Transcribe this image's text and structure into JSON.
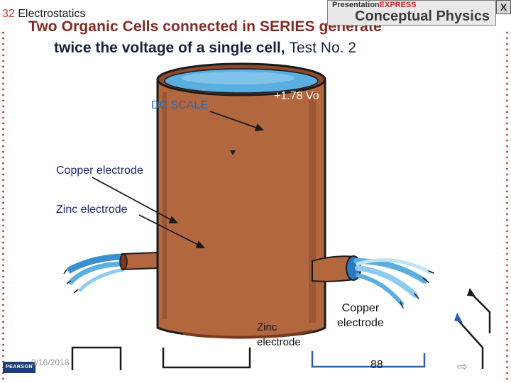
{
  "header": {
    "chapter_number": "32",
    "chapter_title": "Electrostatics",
    "title_line1": "Two Organic Cells connected in SERIES generate",
    "title_line2_bold": "twice the voltage of a single cell,",
    "title_line2_plain": "Test No. 2"
  },
  "brand": {
    "small_prefix": "Presentation",
    "small_suffix": "EXPRESS",
    "big": "Conceptual Physics"
  },
  "window": {
    "close_label": "X"
  },
  "labels": {
    "dc_scale": "DC SCALE",
    "voltage": "+1.78 Vo",
    "copper_key": "Copper",
    "copper_rest": " electrode",
    "zinc_key": "Zinc",
    "zinc_rest": " electrode",
    "zinc_bottom_1": "Zinc",
    "zinc_bottom_2": "electrode",
    "copper_bottom_1": "Copper",
    "copper_bottom_2": "electrode"
  },
  "footer": {
    "date": "3/16/2018",
    "page_number": "88",
    "publisher": "PEARSON"
  },
  "colors": {
    "barrel": "#b2673f",
    "barrel_dark": "#8a4a2b",
    "water": "#5aaee0",
    "wire": "#1a1a1a",
    "wire_blue": "#2a5fb0",
    "title_red": "#7a1a10",
    "title_navy": "#18233f"
  }
}
